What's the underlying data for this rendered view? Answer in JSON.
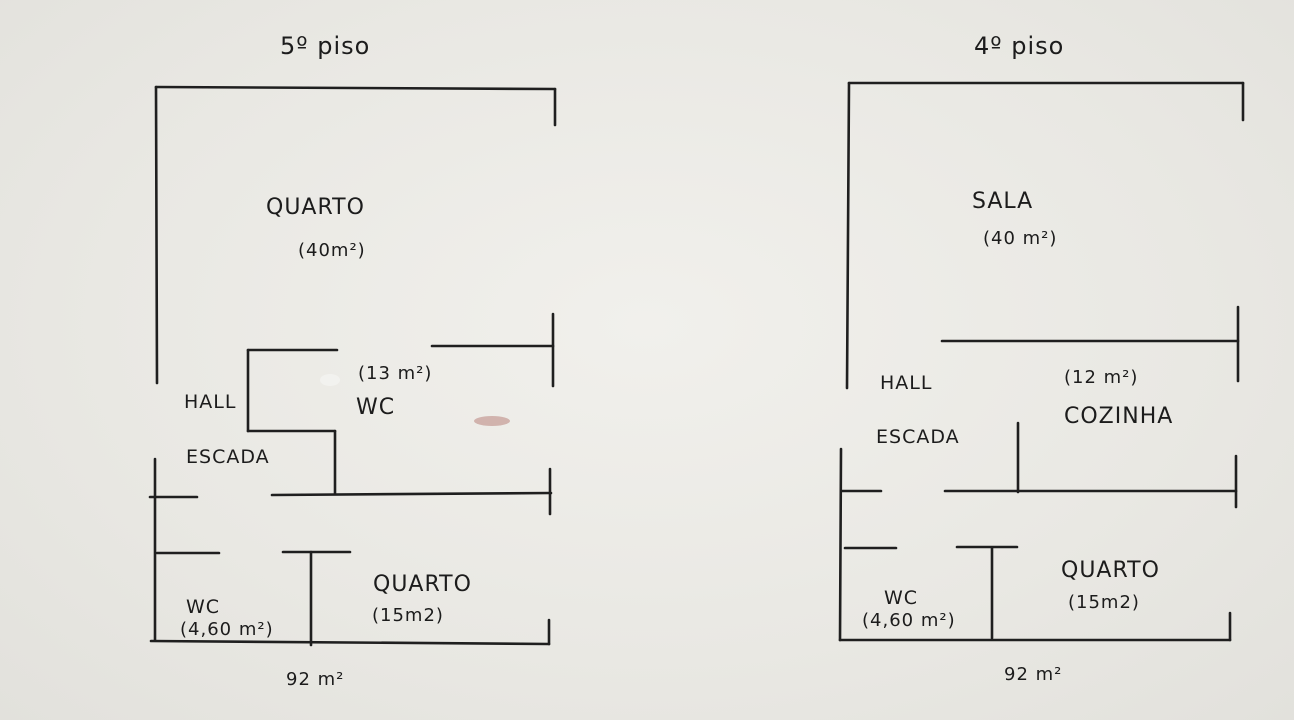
{
  "floors": {
    "fifth": {
      "title": "5º piso",
      "rooms": {
        "quarto_big": {
          "label": "QUARTO",
          "area": "(40m²)"
        },
        "wc_big": {
          "label": "WC",
          "area": "(13 m²)"
        },
        "hall": {
          "label": "HALL"
        },
        "escada": {
          "label": "ESCADA"
        },
        "wc_small": {
          "label": "WC",
          "area": "(4,60 m²)"
        },
        "quarto_small": {
          "label": "QUARTO",
          "area": "(15m2)"
        }
      },
      "total": "92 m²"
    },
    "fourth": {
      "title": "4º piso",
      "rooms": {
        "sala": {
          "label": "SALA",
          "area": "(40 m²)"
        },
        "hall": {
          "label": "HALL"
        },
        "cozinha": {
          "label": "COZINHA",
          "area": "(12 m²)"
        },
        "escada": {
          "label": "ESCADA"
        },
        "wc_small": {
          "label": "WC",
          "area": "(4,60 m²)"
        },
        "quarto_small": {
          "label": "QUARTO",
          "area": "(15m2)"
        }
      },
      "total": "92 m²"
    }
  },
  "colors": {
    "ink": "#1f1f1f",
    "paper": "#ecebe7"
  }
}
